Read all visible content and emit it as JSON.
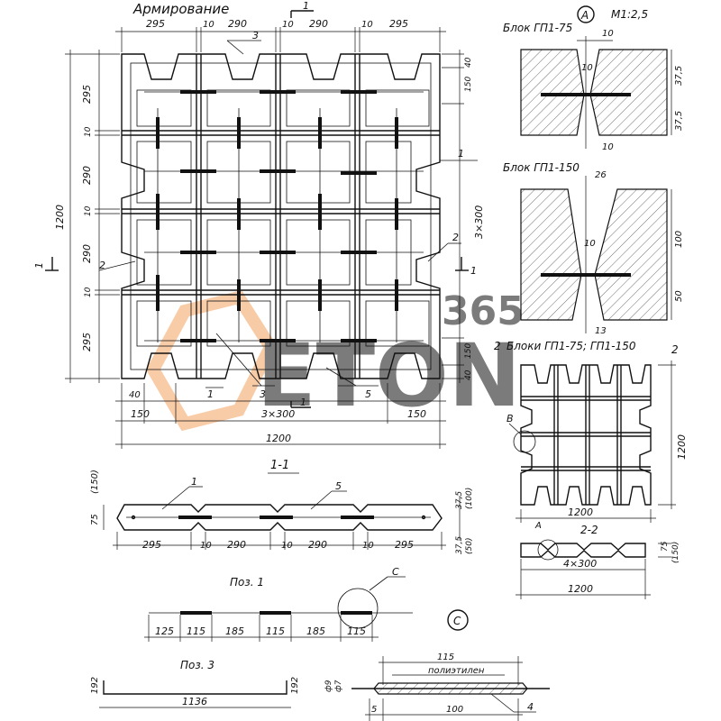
{
  "main": {
    "title": "Армирование",
    "top_dims": [
      "295",
      "10",
      "290",
      "10",
      "290",
      "10",
      "295"
    ],
    "left_dims": [
      "295",
      "10",
      "290",
      "10",
      "290",
      "10",
      "295"
    ],
    "overall": "1200",
    "right_dims": {
      "top_a": "40",
      "top_b": "150",
      "middle": "3×300",
      "bottom_a": "150",
      "bottom_b": "40"
    },
    "bottom_dims": {
      "a": "40",
      "b": "150",
      "mid": "3×300",
      "c": "150",
      "total": "1200"
    },
    "section_mark": "1",
    "callouts": {
      "c1": "1",
      "c2": "2",
      "c3": "3",
      "c5": "5"
    }
  },
  "detail_a": {
    "marker": "A",
    "scale": "М1:2,5",
    "title1": "Блок ГП1-75",
    "dims1": {
      "top": "10",
      "gap": "10",
      "upper": "37,5",
      "lower": "37,5",
      "bottom": "10"
    },
    "title2": "Блок ГП1-150",
    "dims2": {
      "top": "26",
      "gap": "10",
      "upper": "100",
      "lower": "50",
      "bottom": "13"
    }
  },
  "view2": {
    "title": "Блоки ГП1-75; ГП1-150",
    "mark": "2",
    "b_label": "B",
    "height": "1200",
    "width": "1200"
  },
  "section22": {
    "title": "2-2",
    "a_label": "A",
    "span": "4×300",
    "total": "1200",
    "thickness": "75",
    "thickness_alt": "(150)"
  },
  "section11": {
    "title": "1-1",
    "left_a": "75",
    "left_b": "(150)",
    "dims": [
      "295",
      "10",
      "290",
      "10",
      "290",
      "10",
      "295"
    ],
    "right_upper": "37,5",
    "right_upper_alt": "(100)",
    "right_lower": "37,5",
    "right_lower_alt": "(50)",
    "callout1": "1",
    "callout5": "5"
  },
  "poz1": {
    "title": "Поз. 1",
    "dims": [
      "125",
      "115",
      "185",
      "115",
      "185",
      "115"
    ],
    "c_label": "C"
  },
  "poz3": {
    "title": "Поз. 3",
    "left": "192",
    "length": "1136",
    "right": "192"
  },
  "detail_c": {
    "marker": "C",
    "len": "115",
    "label": "полиэтилен",
    "d1": "ф9",
    "d2": "ф7",
    "b1": "5",
    "b2": "100",
    "callout": "4"
  },
  "watermark": {
    "text": "ETON",
    "num": "365",
    "color": "#f4a261"
  }
}
